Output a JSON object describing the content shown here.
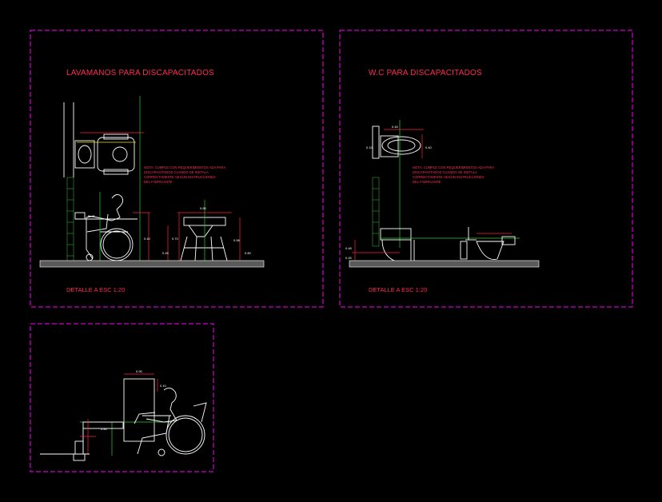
{
  "panels": {
    "lavamanos": {
      "title": "LAVAMANOS PARA DISCAPACITADOS",
      "detail": "DETALLE A ESC 1:20",
      "note": [
        "NOTA: CUMPLE CON REQUERIMIENTOS ADA PARA",
        "DISCAPACITADOS CUANDO SE INSTALA",
        "CORRECTAMENTE SEGUN INSTRUCCIONES",
        "DEL FABRICANTE"
      ],
      "dims": [
        "0.40",
        "0.85",
        "0.70",
        "0.58",
        "0.45",
        "0.80"
      ]
    },
    "wc": {
      "title": "W.C PARA DISCAPACITADOS",
      "detail": "DETALLE A ESC 1:20",
      "note": [
        "NOTA: CUMPLE CON REQUERIMIENTOS ADA PARA",
        "DISCAPACITADOS CUANDO SE INSTALA",
        "CORRECTAMENTE SEGUN INSTRUCCIONES",
        "DEL FABRICANTE"
      ],
      "dims": [
        "0.45",
        "0.40",
        "0.48",
        "0.45",
        "0.10"
      ]
    },
    "espejo": {
      "dims": [
        "0.90",
        "0.10",
        "0.80"
      ]
    }
  }
}
